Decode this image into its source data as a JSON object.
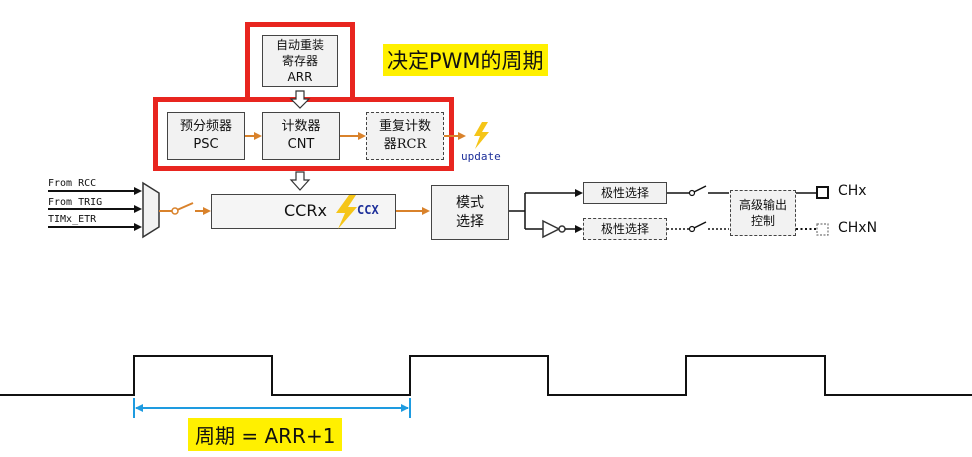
{
  "title_highlight": "决定PWM的周期",
  "arr": {
    "line1": "自动重装",
    "line2": "寄存器",
    "line3": "ARR"
  },
  "psc": {
    "line1": "预分频器",
    "line2": "PSC"
  },
  "cnt": {
    "line1": "计数器",
    "line2": "CNT"
  },
  "rcr": {
    "line1": "重复计数",
    "line2": "器RCR"
  },
  "update_label": "update",
  "inputs": [
    "From RCC",
    "From TRIG",
    "TIMx_ETR"
  ],
  "ccr": {
    "label": "CCRx",
    "event": "CCX"
  },
  "mode": {
    "line1": "模式",
    "line2": "选择"
  },
  "polarity_top": "极性选择",
  "polarity_bottom": "极性选择",
  "adv_output": {
    "line1": "高级输出",
    "line2": "控制"
  },
  "outputs": {
    "chx": "CHx",
    "chxn": "CHxN"
  },
  "period_label": "周期 = ARR+1",
  "colors": {
    "red_frame": "#e8251f",
    "highlight": "#fff000",
    "arrow": "#d9822b",
    "lightning": "#f5c518",
    "period_marker": "#1e9be0"
  }
}
